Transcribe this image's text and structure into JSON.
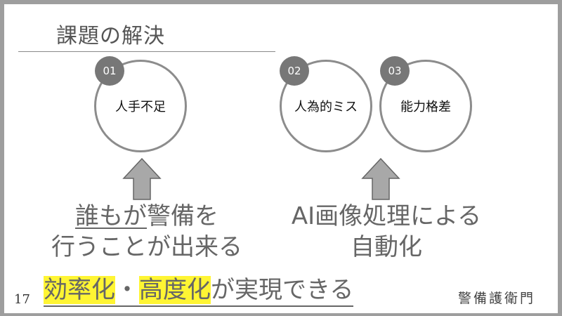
{
  "slide": {
    "title": "課題の解決",
    "issues": [
      {
        "number": "01",
        "label": "人手不足"
      },
      {
        "number": "02",
        "label": "人為的ミス"
      },
      {
        "number": "03",
        "label": "能力格差"
      }
    ],
    "left_solution": {
      "line1_underlined": "誰もが",
      "line1_rest": "警備を",
      "line2": "行うことが出来る"
    },
    "right_solution": {
      "line1": "AI画像処理による",
      "line2": "自動化"
    },
    "conclusion": {
      "highlight1": "効率化",
      "separator": "・",
      "highlight2": "高度化",
      "rest": "が実現できる"
    },
    "page_number": "17",
    "brand": "警備護衛門"
  },
  "colors": {
    "highlight": "#fff533",
    "circle_border": "#8c8c8c",
    "number_badge": "#777777",
    "arrow": "#a8a8a8"
  }
}
